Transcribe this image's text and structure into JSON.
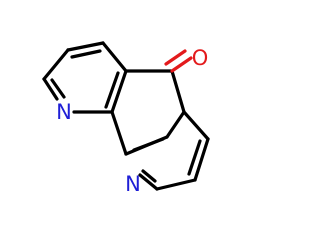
{
  "molecule": {
    "atoms": {
      "n_top": {
        "symbol": "N",
        "color": "#1f1fd6"
      },
      "n_bottom": {
        "symbol": "N",
        "color": "#1f1fd6"
      },
      "oxygen": {
        "symbol": "O",
        "color": "#e31a1c"
      }
    },
    "bond_color": "#000000",
    "carbonyl_color": "#e31a1c"
  }
}
